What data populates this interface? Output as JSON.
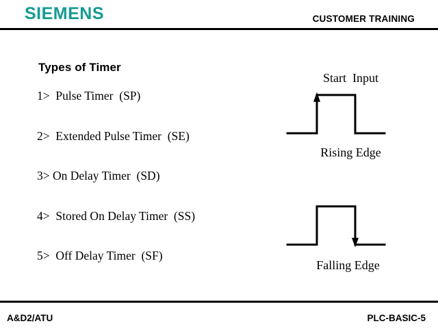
{
  "header": {
    "logo": "SIEMENS",
    "title": "CUSTOMER TRAINING",
    "logo_color": "#149b93",
    "rule_color": "#000000"
  },
  "main": {
    "title": "Types of Timer",
    "timers": [
      {
        "label": "1>  Pulse Timer  (SP)"
      },
      {
        "label": "2>  Extended Pulse Timer  (SE)"
      },
      {
        "label": "3> On Delay Timer  (SD)"
      },
      {
        "label": "4>  Stored On Delay Timer  (SS)"
      },
      {
        "label": "5>  Off Delay Timer  (SF)"
      }
    ],
    "diagrams": [
      {
        "name": "rising-edge",
        "top_label": "Start  Input",
        "bottom_label": "Rising Edge",
        "arrow": "up",
        "stroke_color": "#000000"
      },
      {
        "name": "falling-edge",
        "top_label": "",
        "bottom_label": "Falling Edge",
        "arrow": "down",
        "stroke_color": "#000000"
      }
    ]
  },
  "footer": {
    "left": "A&D2/ATU",
    "right": "PLC-BASIC-5"
  }
}
